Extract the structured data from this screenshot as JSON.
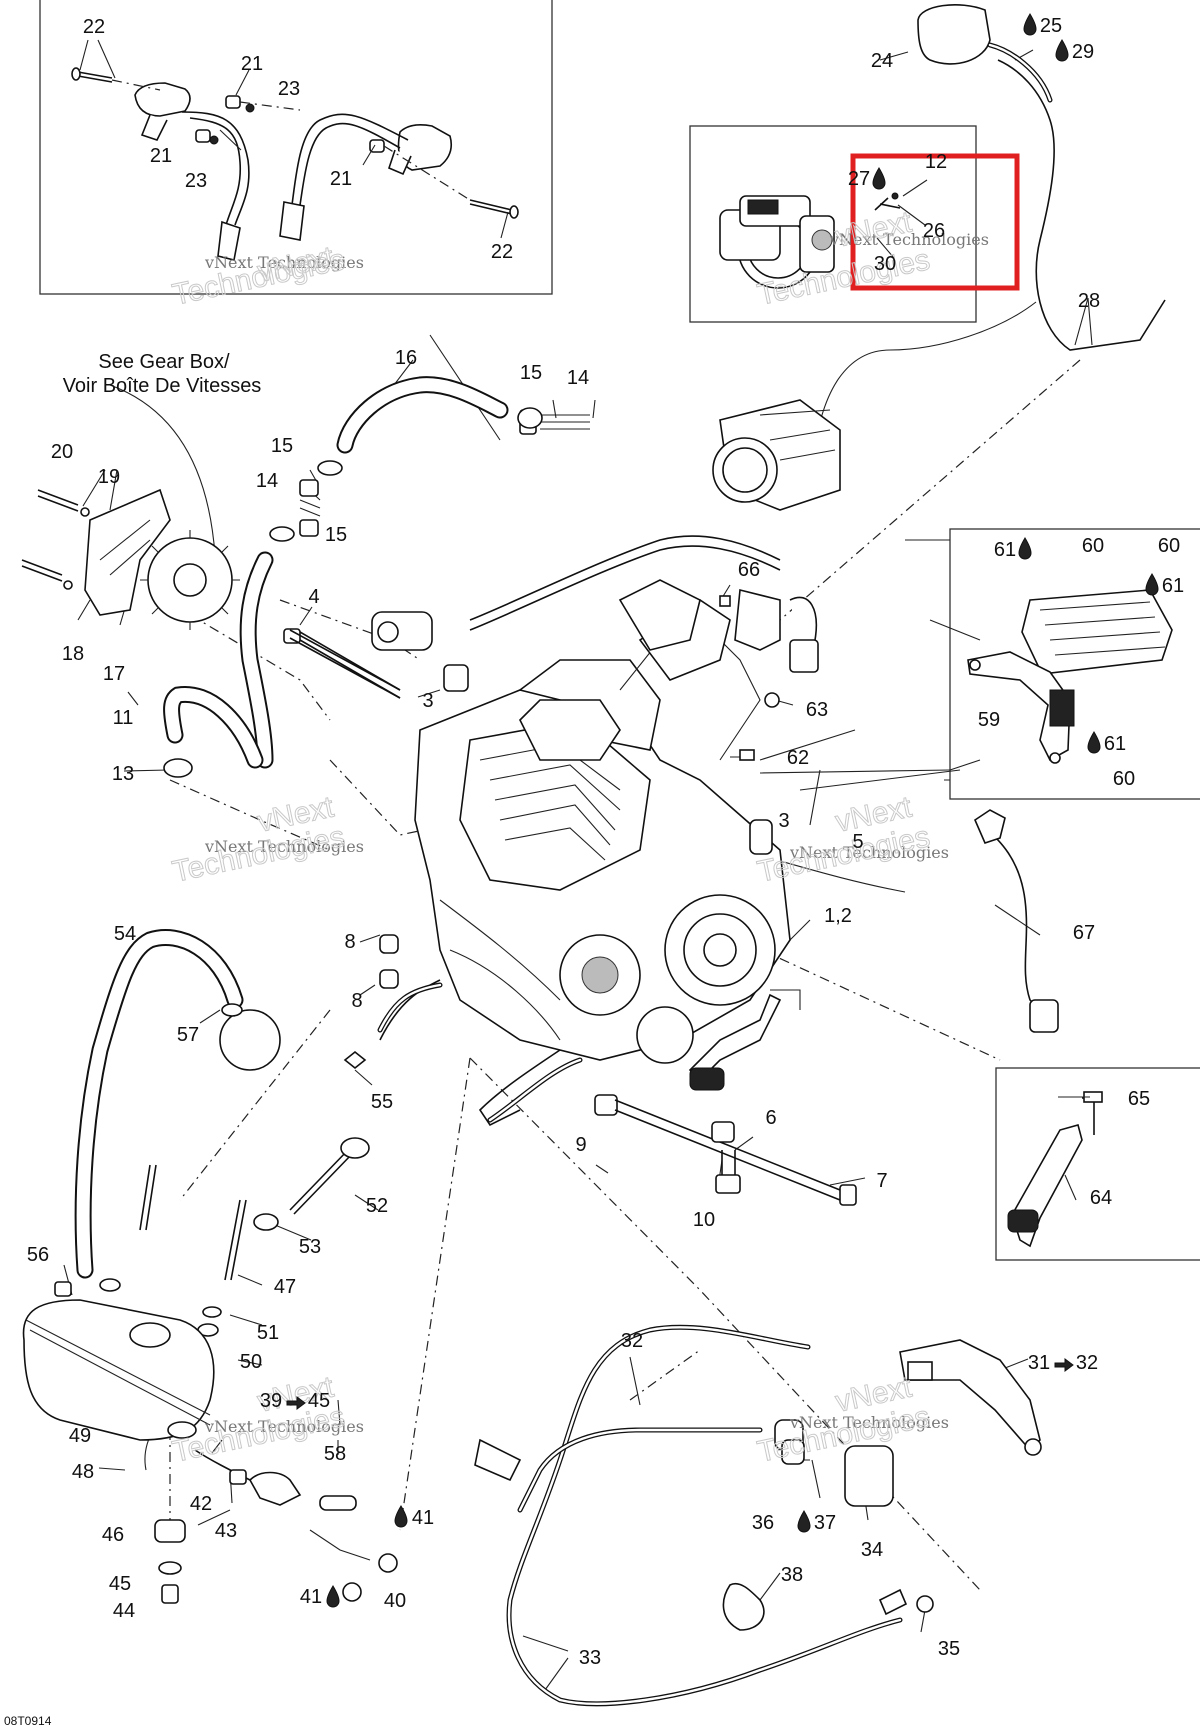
{
  "note_gear_box": [
    "See Gear Box/",
    "Voir Boîte De Vitesses"
  ],
  "watermark": {
    "small": "vNext Technologies",
    "big_1": "vNext",
    "big_2": "Technologies"
  },
  "figure_code": "08T0914",
  "callouts": {
    "c22a": "22",
    "c21a": "21",
    "c23a": "23",
    "c21b": "21",
    "c23b": "23",
    "c21c": "21",
    "c22b": "22",
    "c24": "24",
    "c25": "25",
    "c29": "29",
    "c12": "12",
    "c27": "27",
    "c26": "26",
    "c30": "30",
    "c28": "28",
    "c16": "16",
    "c15a": "15",
    "c14a": "14",
    "c15b": "15",
    "c14b": "14",
    "c15c": "15",
    "c20": "20",
    "c19": "19",
    "c18": "18",
    "c17": "17",
    "c4": "4",
    "c66": "66",
    "c61a": "61",
    "c60a": "60",
    "c60b": "60",
    "c61b": "61",
    "c59": "59",
    "c61c": "61",
    "c60c": "60",
    "c3a": "3",
    "c63": "63",
    "c11": "11",
    "c13": "13",
    "c62": "62",
    "c3b": "3",
    "c5": "5",
    "c67": "67",
    "c12e": "1,2",
    "c54": "54",
    "c8a": "8",
    "c8b": "8",
    "c57": "57",
    "c55": "55",
    "c65": "65",
    "c6": "6",
    "c9": "9",
    "c7": "7",
    "c64": "64",
    "c10": "10",
    "c52": "52",
    "c53": "53",
    "c56": "56",
    "c47": "47",
    "c51": "51",
    "c50": "50",
    "c39": "39",
    "c45r": "45",
    "c32a": "32",
    "c31": "31",
    "c32b": "32",
    "c49": "49",
    "c48": "48",
    "c58": "58",
    "c42": "42",
    "c43": "43",
    "c41a": "41",
    "c36": "36",
    "c37": "37",
    "c34": "34",
    "c46": "46",
    "c45": "45",
    "c44": "44",
    "c41b": "41",
    "c40": "40",
    "c38": "38",
    "c33": "33",
    "c35": "35"
  },
  "colors": {
    "highlight": "#e02020",
    "ink": "#111111",
    "watermark": "#c9c9c9"
  },
  "icons": [
    "lubricant-drop-icon",
    "arrow-right-icon"
  ]
}
